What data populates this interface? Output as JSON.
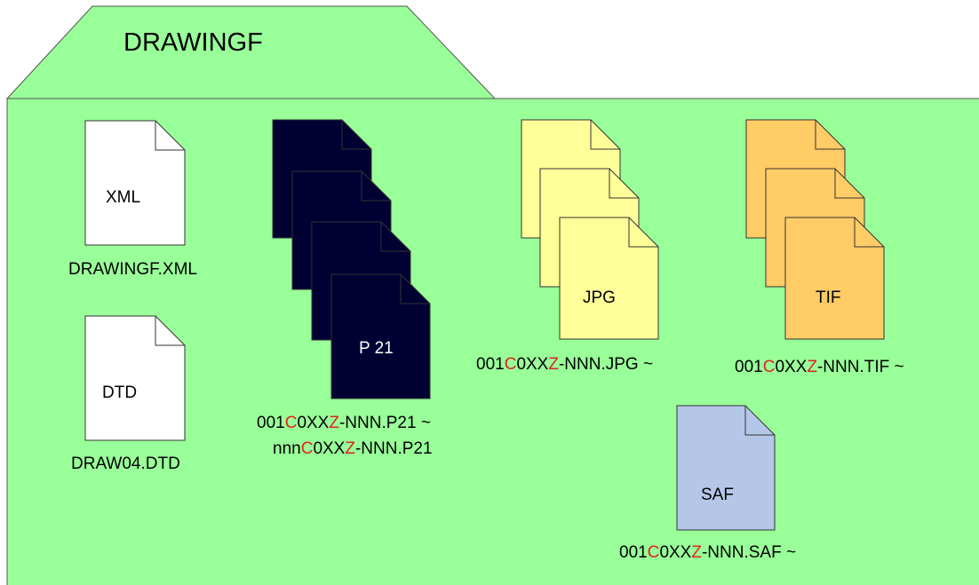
{
  "folder": {
    "title": "DRAWINGF"
  },
  "files": {
    "xml": {
      "icon_label": "XML",
      "name": "DRAWINGF.XML"
    },
    "dtd": {
      "icon_label": "DTD",
      "name": "DRAW04.DTD"
    },
    "p21": {
      "icon_label": "P 21",
      "line1": {
        "pre": "001",
        "c": "C",
        "mid": "0XX",
        "z": "Z",
        "post": "-NNN.P21 ~"
      },
      "line2": {
        "pre": "nnn",
        "c": "C",
        "mid": "0XX",
        "z": "Z",
        "post": "-NNN.P21"
      }
    },
    "jpg": {
      "icon_label": "JPG",
      "line": {
        "pre": "001",
        "c": "C",
        "mid": "0XX",
        "z": "Z",
        "post": "-NNN.JPG ~"
      }
    },
    "tif": {
      "icon_label": "TIF",
      "line": {
        "pre": "001",
        "c": "C",
        "mid": "0XX",
        "z": "Z",
        "post": "-NNN.TIF ~"
      }
    },
    "saf": {
      "icon_label": "SAF",
      "line": {
        "pre": "001",
        "c": "C",
        "mid": "0XX",
        "z": "Z",
        "post": "-NNN.SAF ~"
      }
    }
  },
  "colors": {
    "folder": "#99ff99",
    "xml_doc": "#ffffff",
    "dtd_doc": "#ffffff",
    "p21_doc": "#000033",
    "jpg_doc": "#ffff99",
    "tif_doc": "#ffcc66",
    "saf_doc": "#b4c7e7",
    "highlight": "#e0231e"
  },
  "icons": {
    "xml": "document-icon",
    "dtd": "document-icon",
    "p21": "document-stack-icon",
    "jpg": "document-stack-icon",
    "tif": "document-stack-icon",
    "saf": "document-icon"
  }
}
